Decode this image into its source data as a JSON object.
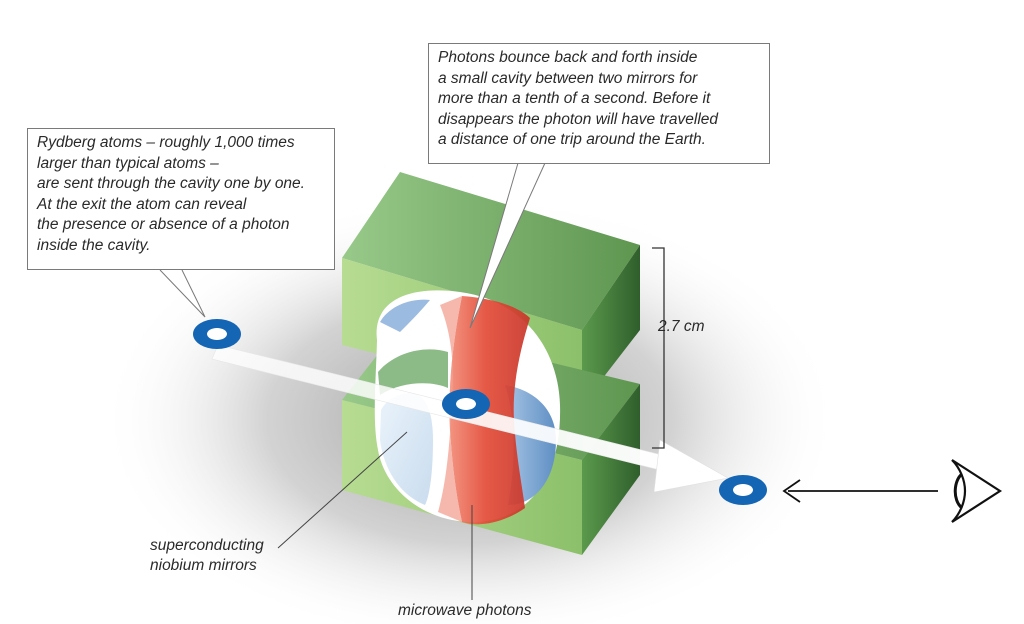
{
  "callouts": {
    "atoms": [
      "Rydberg atoms – roughly 1,000 times",
      "larger than typical atoms –",
      "are sent through the cavity one by one.",
      "At the exit the atom can reveal",
      "the presence or absence of a photon",
      "inside the cavity."
    ],
    "photons": [
      "Photons bounce back and forth inside",
      "a small cavity between two mirrors for",
      "more than a tenth of a second. Before it",
      "disappears the photon will have travelled",
      "a distance of one trip around the Earth."
    ]
  },
  "labels": {
    "mirrors": [
      "superconducting",
      "niobium mirrors"
    ],
    "microwave": "microwave photons",
    "dimension": "2.7 cm"
  },
  "colors": {
    "block_front": "#a6cf7c",
    "block_side": "#4f8c44",
    "block_top": "#6fa35a",
    "photon_beam": "#e8513f",
    "mirror": "#8fb2d6",
    "atom_ring": "#1565b5",
    "atom_path": "#ffffff",
    "shadow": "#b9b9b9"
  },
  "icons": {
    "observer": "eye-icon",
    "atom": "atom-ring-icon"
  }
}
